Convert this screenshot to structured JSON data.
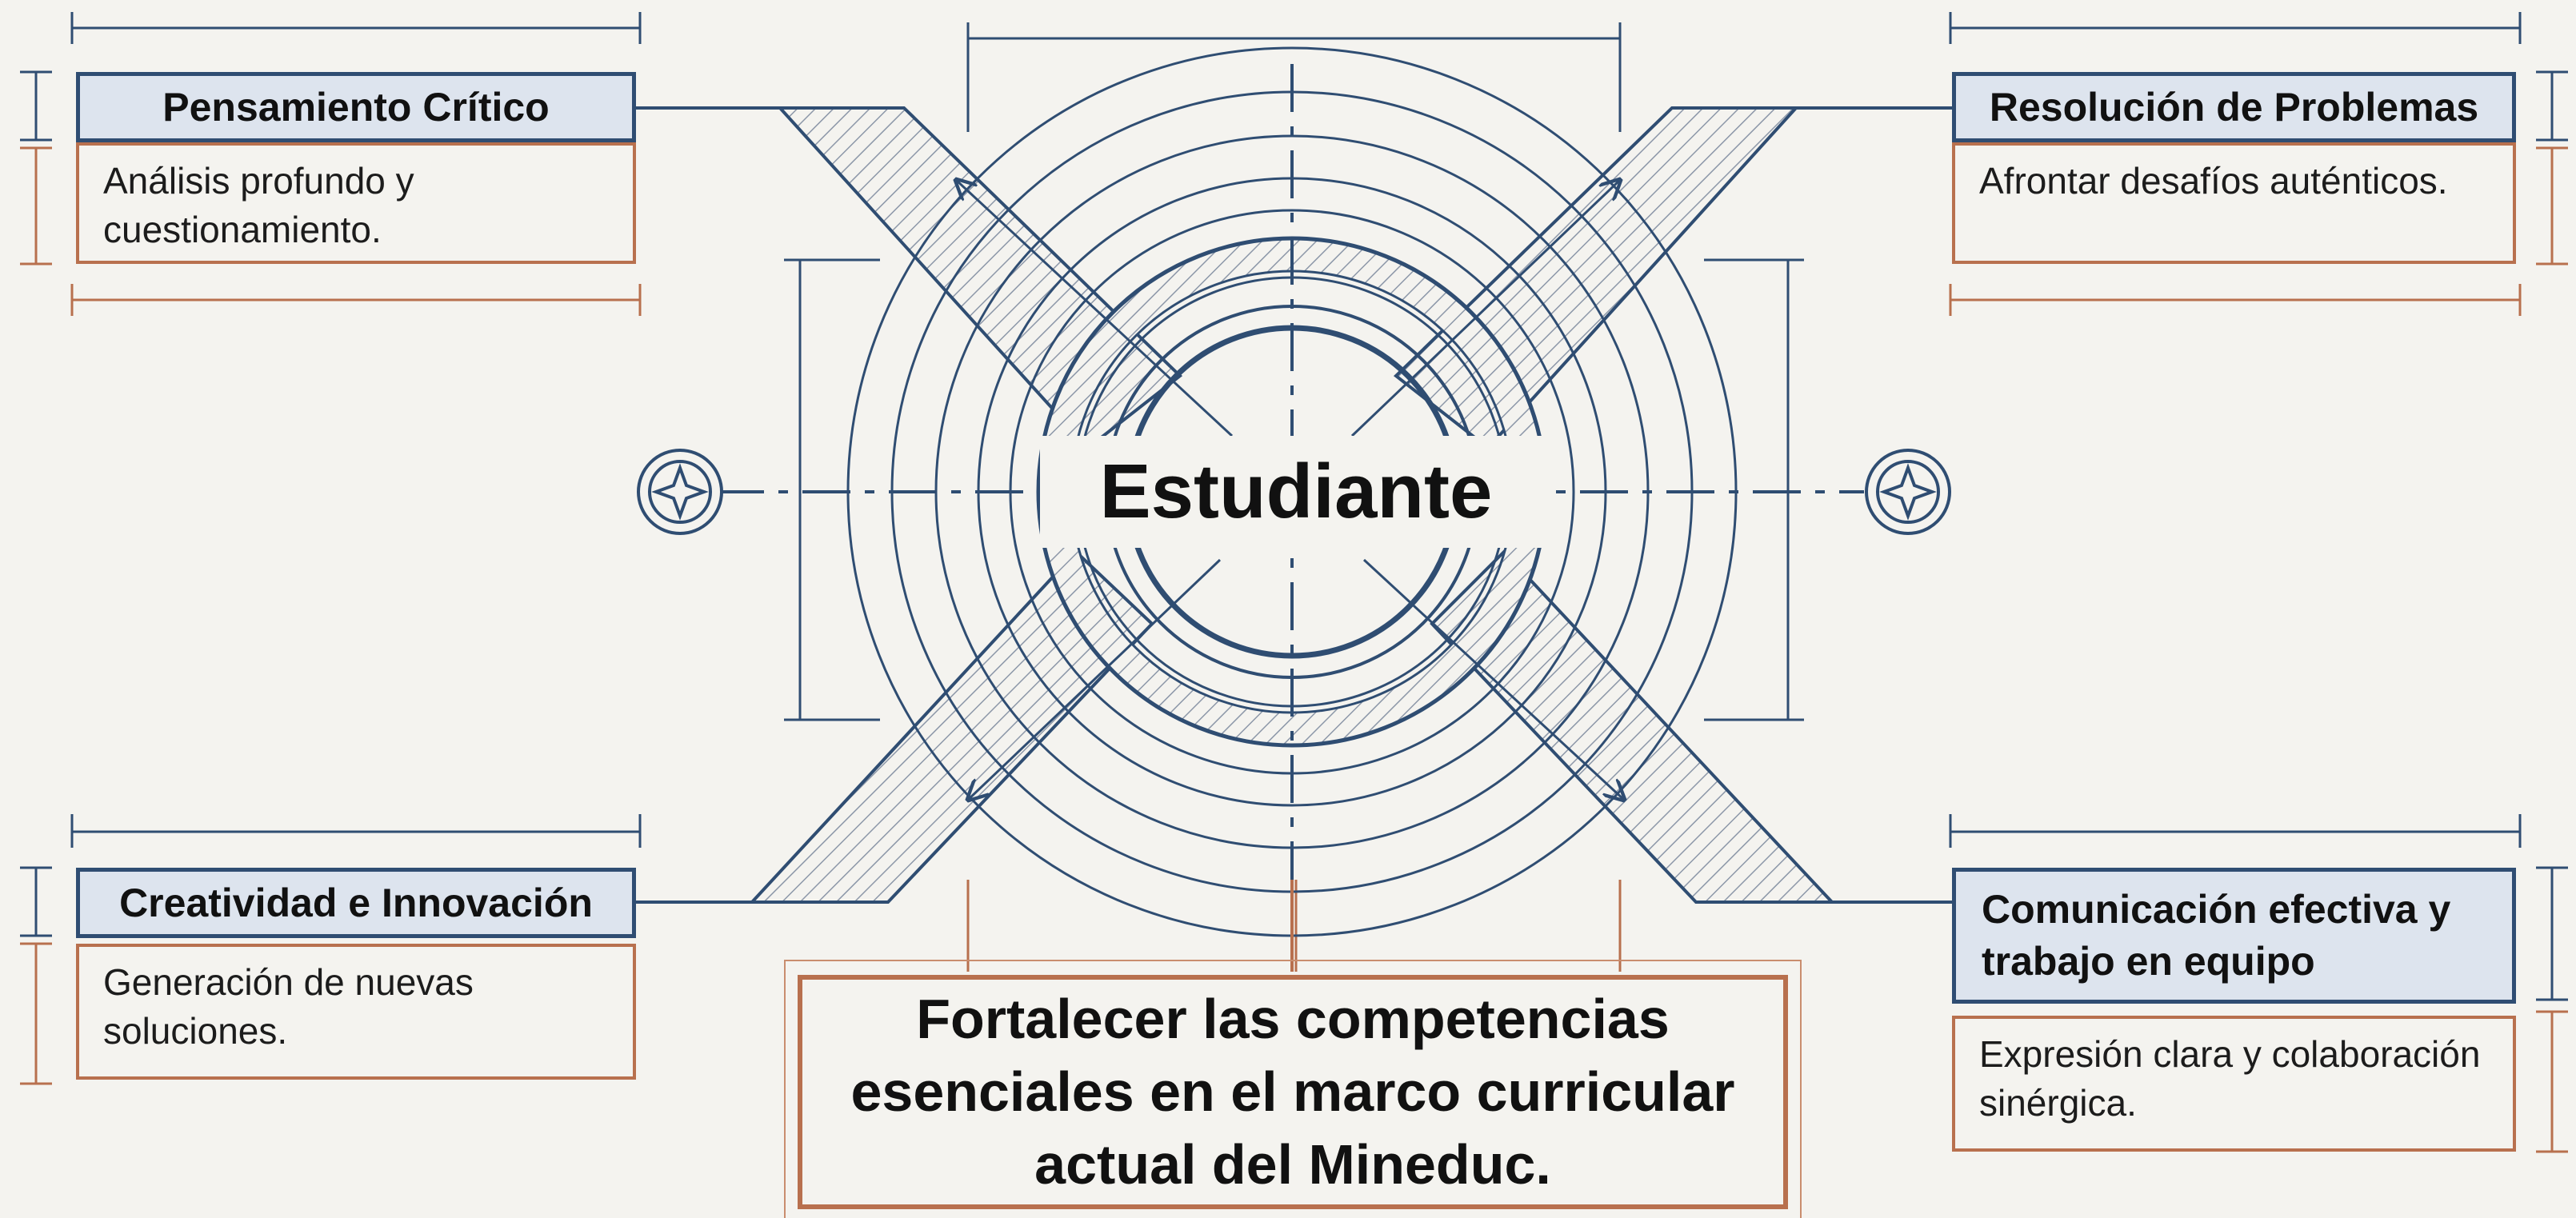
{
  "center": {
    "label": "Estudiante"
  },
  "competencies": {
    "top_left": {
      "title": "Pensamiento Crítico",
      "description": "Análisis profundo y cuestionamiento."
    },
    "top_right": {
      "title": "Resolución de Problemas",
      "description": "Afrontar desafíos auténticos."
    },
    "bottom_left": {
      "title": "Creatividad e Innovación",
      "description": "Generación de nuevas soluciones."
    },
    "bottom_right": {
      "title": "Comunicación efectiva y trabajo en equipo",
      "description": "Expresión clara y colaboración sinérgica."
    }
  },
  "goal": {
    "text": "Fortalecer las competencias esenciales en el marco curricular actual del Mineduc."
  },
  "colors": {
    "blue": "#2f4d72",
    "copper": "#b8704e",
    "paper": "#f4f3ef",
    "title_fill": "#dde4ee"
  }
}
